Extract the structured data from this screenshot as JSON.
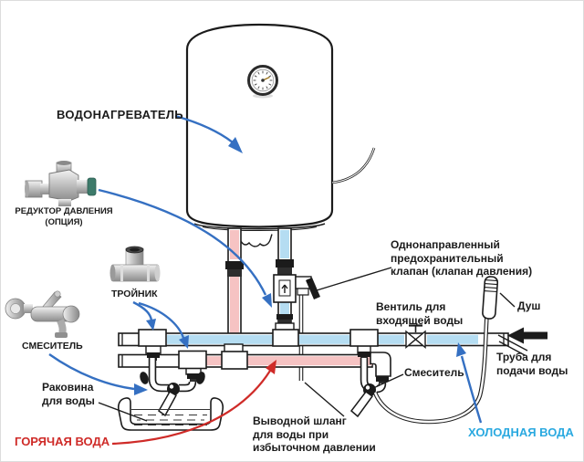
{
  "labels": {
    "water_heater": "ВОДОНАГРЕВАТЕЛЬ",
    "pressure_reducer": [
      "РЕДУКТОР ДАВЛЕНИЯ",
      "(ОПЦИЯ)"
    ],
    "tee_fitting": "ТРОЙНИК",
    "mixer_left": "СМЕСИТЕЛЬ",
    "sink": [
      "Раковина",
      "для воды"
    ],
    "hot_water": "ГОРЯЧАЯ ВОДА",
    "check_valve": [
      "Однонаправленный",
      "предохранительный",
      "клапан (клапан давления)"
    ],
    "inlet_valve": [
      "Вентиль для",
      "входящей воды"
    ],
    "shower": "Душ",
    "supply_pipe": [
      "Труба для",
      "подачи воды"
    ],
    "mixer_right": "Смеситель",
    "cold_water": "ХОЛОДНАЯ ВОДА",
    "relief_hose": [
      "Выводной шланг",
      "для воды при",
      "избыточном давлении"
    ]
  },
  "colors": {
    "hot_pipe": "#f6c3c3",
    "cold_pipe": "#b5ddf2",
    "hot_text": "#cf2b28",
    "cold_text": "#2aa9e0",
    "callout_blue": "#3570c2",
    "outline": "#1b1b1b"
  }
}
